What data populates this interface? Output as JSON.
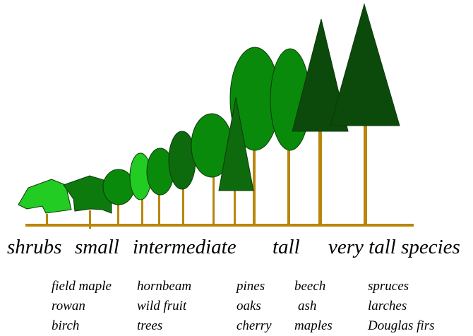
{
  "colors": {
    "ground": "#b8860b",
    "trunk": "#b8860b",
    "light_green": "#22cc22",
    "mid_green": "#0a8a0a",
    "dark_green": "#0d6a0d",
    "darkest_green": "#0b4a0b",
    "outline": "#0b3a0b"
  },
  "categories": [
    {
      "label": "shrubs"
    },
    {
      "label": "small"
    },
    {
      "label": "intermediate"
    },
    {
      "label": "tall"
    },
    {
      "label": "very tall species"
    }
  ],
  "species_columns": [
    {
      "items": [
        "field maple",
        "rowan",
        "birch"
      ]
    },
    {
      "items": [
        "hornbeam",
        "wild fruit",
        "trees"
      ]
    },
    {
      "items": [
        "pines",
        "oaks",
        "cherry"
      ]
    },
    {
      "items": [
        "beech",
        "ash",
        "maples"
      ]
    },
    {
      "items": [
        "spruces",
        "larches",
        "Douglas firs"
      ]
    }
  ]
}
